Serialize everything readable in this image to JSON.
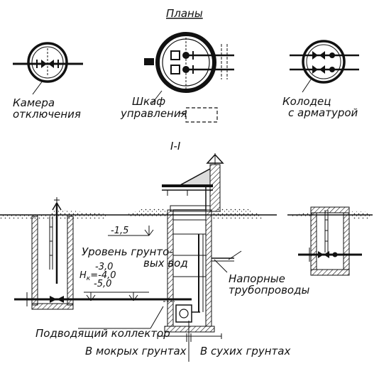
{
  "titles": {
    "plans": "Планы",
    "section": "I-I"
  },
  "plan_labels": {
    "chamber": [
      "Камера",
      "отключения"
    ],
    "cabinet": [
      "Шкаф",
      "управления"
    ],
    "well": [
      "Колодец",
      "с арматурой"
    ]
  },
  "section_labels": {
    "level_value": "-1,5",
    "groundwater": [
      "Уровень грунто-",
      "вых вод"
    ],
    "levels": [
      "-3,0",
      "-4,0",
      "-5,0"
    ],
    "hk_prefix": "H",
    "hk_sub": "к",
    "hk_eq": "=",
    "pressure_pipes": [
      "Напорные",
      "трубопроводы"
    ],
    "collector": "Подводящий коллектор",
    "wet_soils": "В мокрых грунтах",
    "dry_soils": "В сухих грунтах"
  }
}
